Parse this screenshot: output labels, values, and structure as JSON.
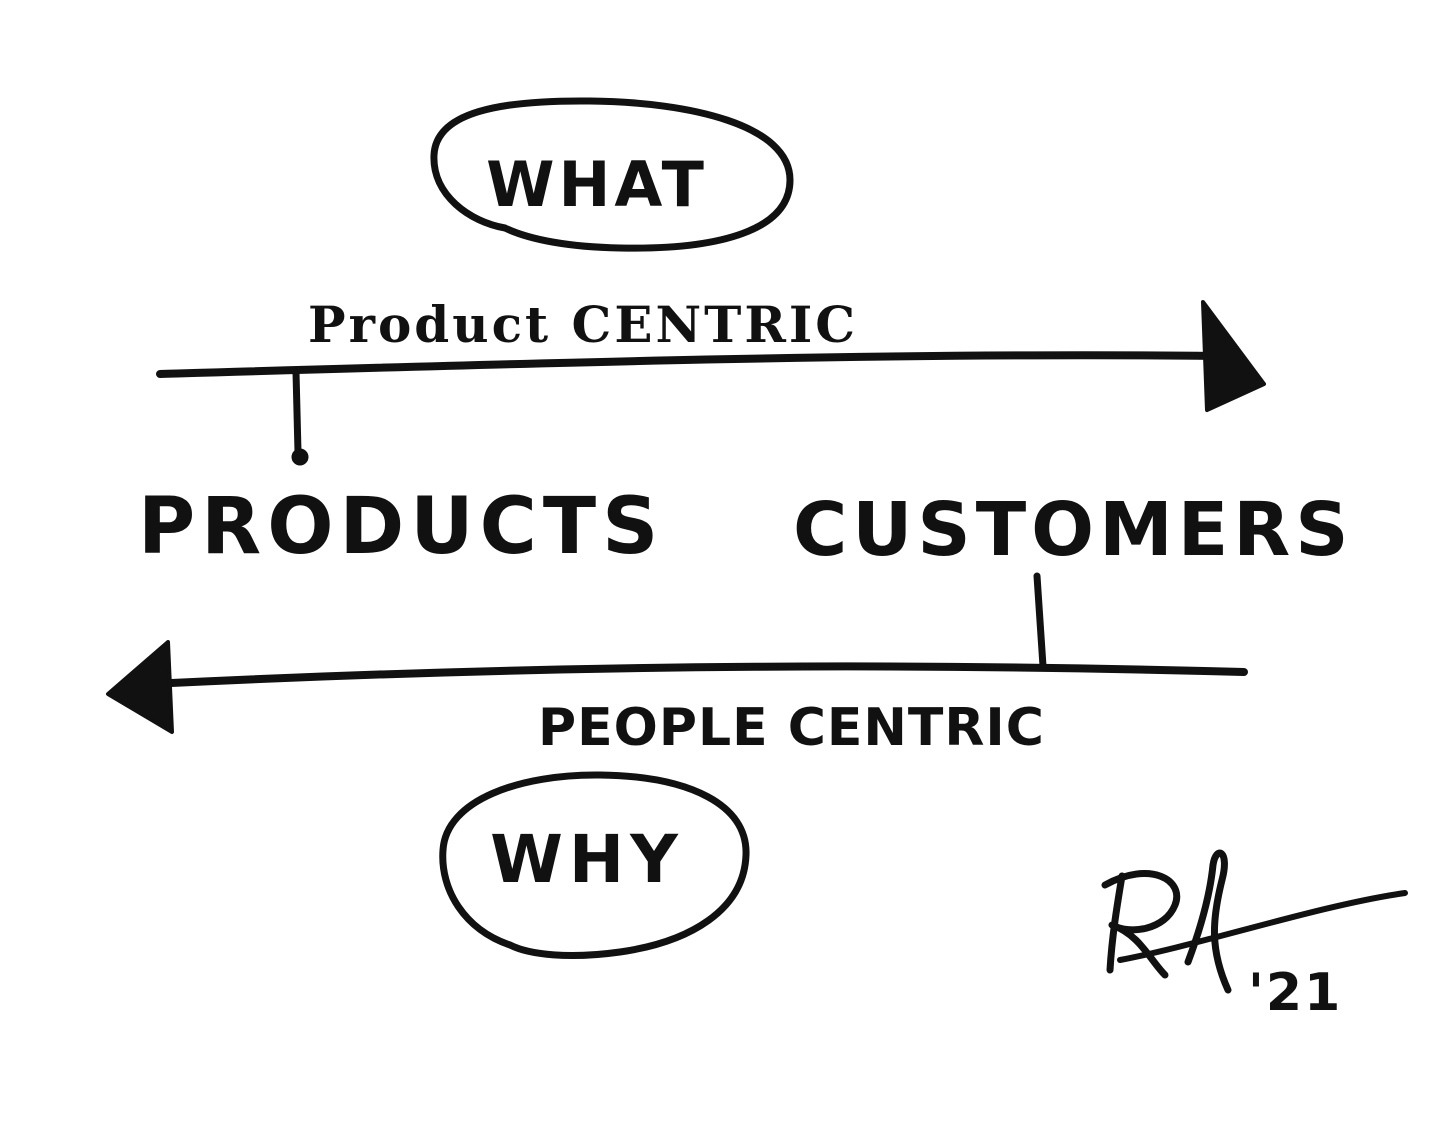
{
  "diagram": {
    "top_bubble": {
      "label": "WHAT"
    },
    "top_arrow": {
      "label": "Product CENTRIC",
      "direction": "right"
    },
    "left_node": {
      "label": "PRODUCTS"
    },
    "right_node": {
      "label": "CUSTOMERS"
    },
    "bottom_arrow": {
      "label": "PEOPLE CENTRIC",
      "direction": "left"
    },
    "bottom_bubble": {
      "label": "WHY"
    },
    "signature": {
      "year": "'21"
    }
  },
  "colors": {
    "ink": "#111111",
    "paper": "#ffffff"
  }
}
